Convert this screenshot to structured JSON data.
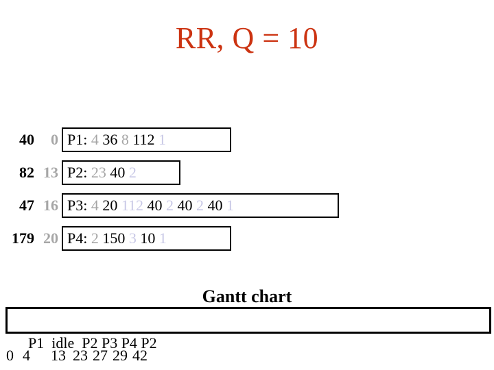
{
  "title": "RR, Q = 10",
  "colors": {
    "title": "#cc3311",
    "black": "#000000",
    "gray": "#a6a6a6",
    "lavender": "#c8c8e6"
  },
  "process_rows": [
    {
      "number1": "40",
      "number2": "0",
      "segments": [
        {
          "text": "P1:",
          "color": "black"
        },
        {
          "text": "4",
          "color": "gray"
        },
        {
          "text": "36",
          "color": "black"
        },
        {
          "text": "8",
          "color": "gray"
        },
        {
          "text": "112",
          "color": "black"
        },
        {
          "text": "1",
          "color": "lavender"
        }
      ]
    },
    {
      "number1": "82",
      "number2": "13",
      "segments": [
        {
          "text": "P2:",
          "color": "black"
        },
        {
          "text": "23",
          "color": "gray"
        },
        {
          "text": "40",
          "color": "black"
        },
        {
          "text": "2",
          "color": "lavender"
        }
      ]
    },
    {
      "number1": "47",
      "number2": "16",
      "segments": [
        {
          "text": "P3:",
          "color": "black"
        },
        {
          "text": "4",
          "color": "gray"
        },
        {
          "text": "20",
          "color": "black"
        },
        {
          "text": "112",
          "color": "lavender"
        },
        {
          "text": "40",
          "color": "black"
        },
        {
          "text": "2",
          "color": "lavender"
        },
        {
          "text": "40",
          "color": "black"
        },
        {
          "text": "2",
          "color": "lavender"
        },
        {
          "text": "40",
          "color": "black"
        },
        {
          "text": "1",
          "color": "lavender"
        }
      ]
    },
    {
      "number1": "179",
      "number2": "20",
      "segments": [
        {
          "text": "P4:",
          "color": "black"
        },
        {
          "text": "2",
          "color": "gray"
        },
        {
          "text": "150",
          "color": "black"
        },
        {
          "text": "3",
          "color": "lavender"
        },
        {
          "text": "10",
          "color": "black"
        },
        {
          "text": "1",
          "color": "lavender"
        }
      ]
    }
  ],
  "gantt": {
    "label": "Gantt chart",
    "sequence": "P1  idle  P2 P3 P4 P2"
  },
  "timeline": {
    "values": [
      "0",
      "4",
      "13",
      "23",
      "27",
      "29",
      "42"
    ]
  }
}
